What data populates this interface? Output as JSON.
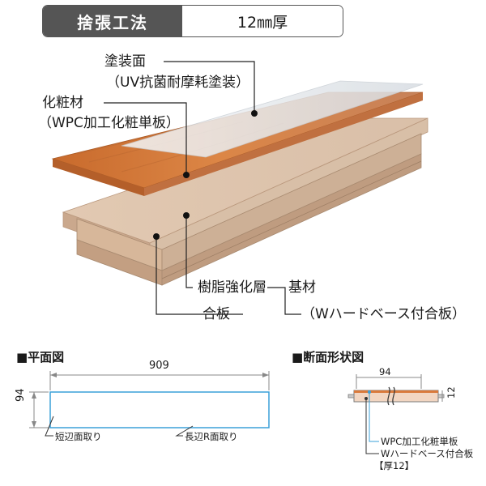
{
  "header": {
    "method": "捨張工法",
    "thickness": "12㎜厚"
  },
  "layers": {
    "coating": {
      "name": "塗装面",
      "detail": "（UV抗菌耐摩耗塗装）"
    },
    "veneer": {
      "name": "化粧材",
      "detail": "（WPC加工化粧単板）"
    },
    "resin": {
      "name": "樹脂強化層"
    },
    "base": {
      "name": "基材",
      "detail": "（Wハードベース付合板）"
    },
    "plywood": {
      "name": "合板"
    }
  },
  "plan_view": {
    "title": "■平面図",
    "length": "909",
    "width": "94",
    "short_edge_label": "短辺面取り",
    "long_edge_label": "長辺R面取り"
  },
  "section_view": {
    "title": "■断面形状図",
    "width": "94",
    "thickness": "12",
    "veneer_label": "WPC加工化粧単板",
    "base_label": "Wハードベース付合板",
    "thickness_label": "【厚12】"
  },
  "colors": {
    "header_bg": "#555555",
    "veneer": "#d97a3c",
    "coating": "#e8ecef",
    "plywood": "#ddc3ad",
    "outline_blue": "#3aa0d8"
  }
}
